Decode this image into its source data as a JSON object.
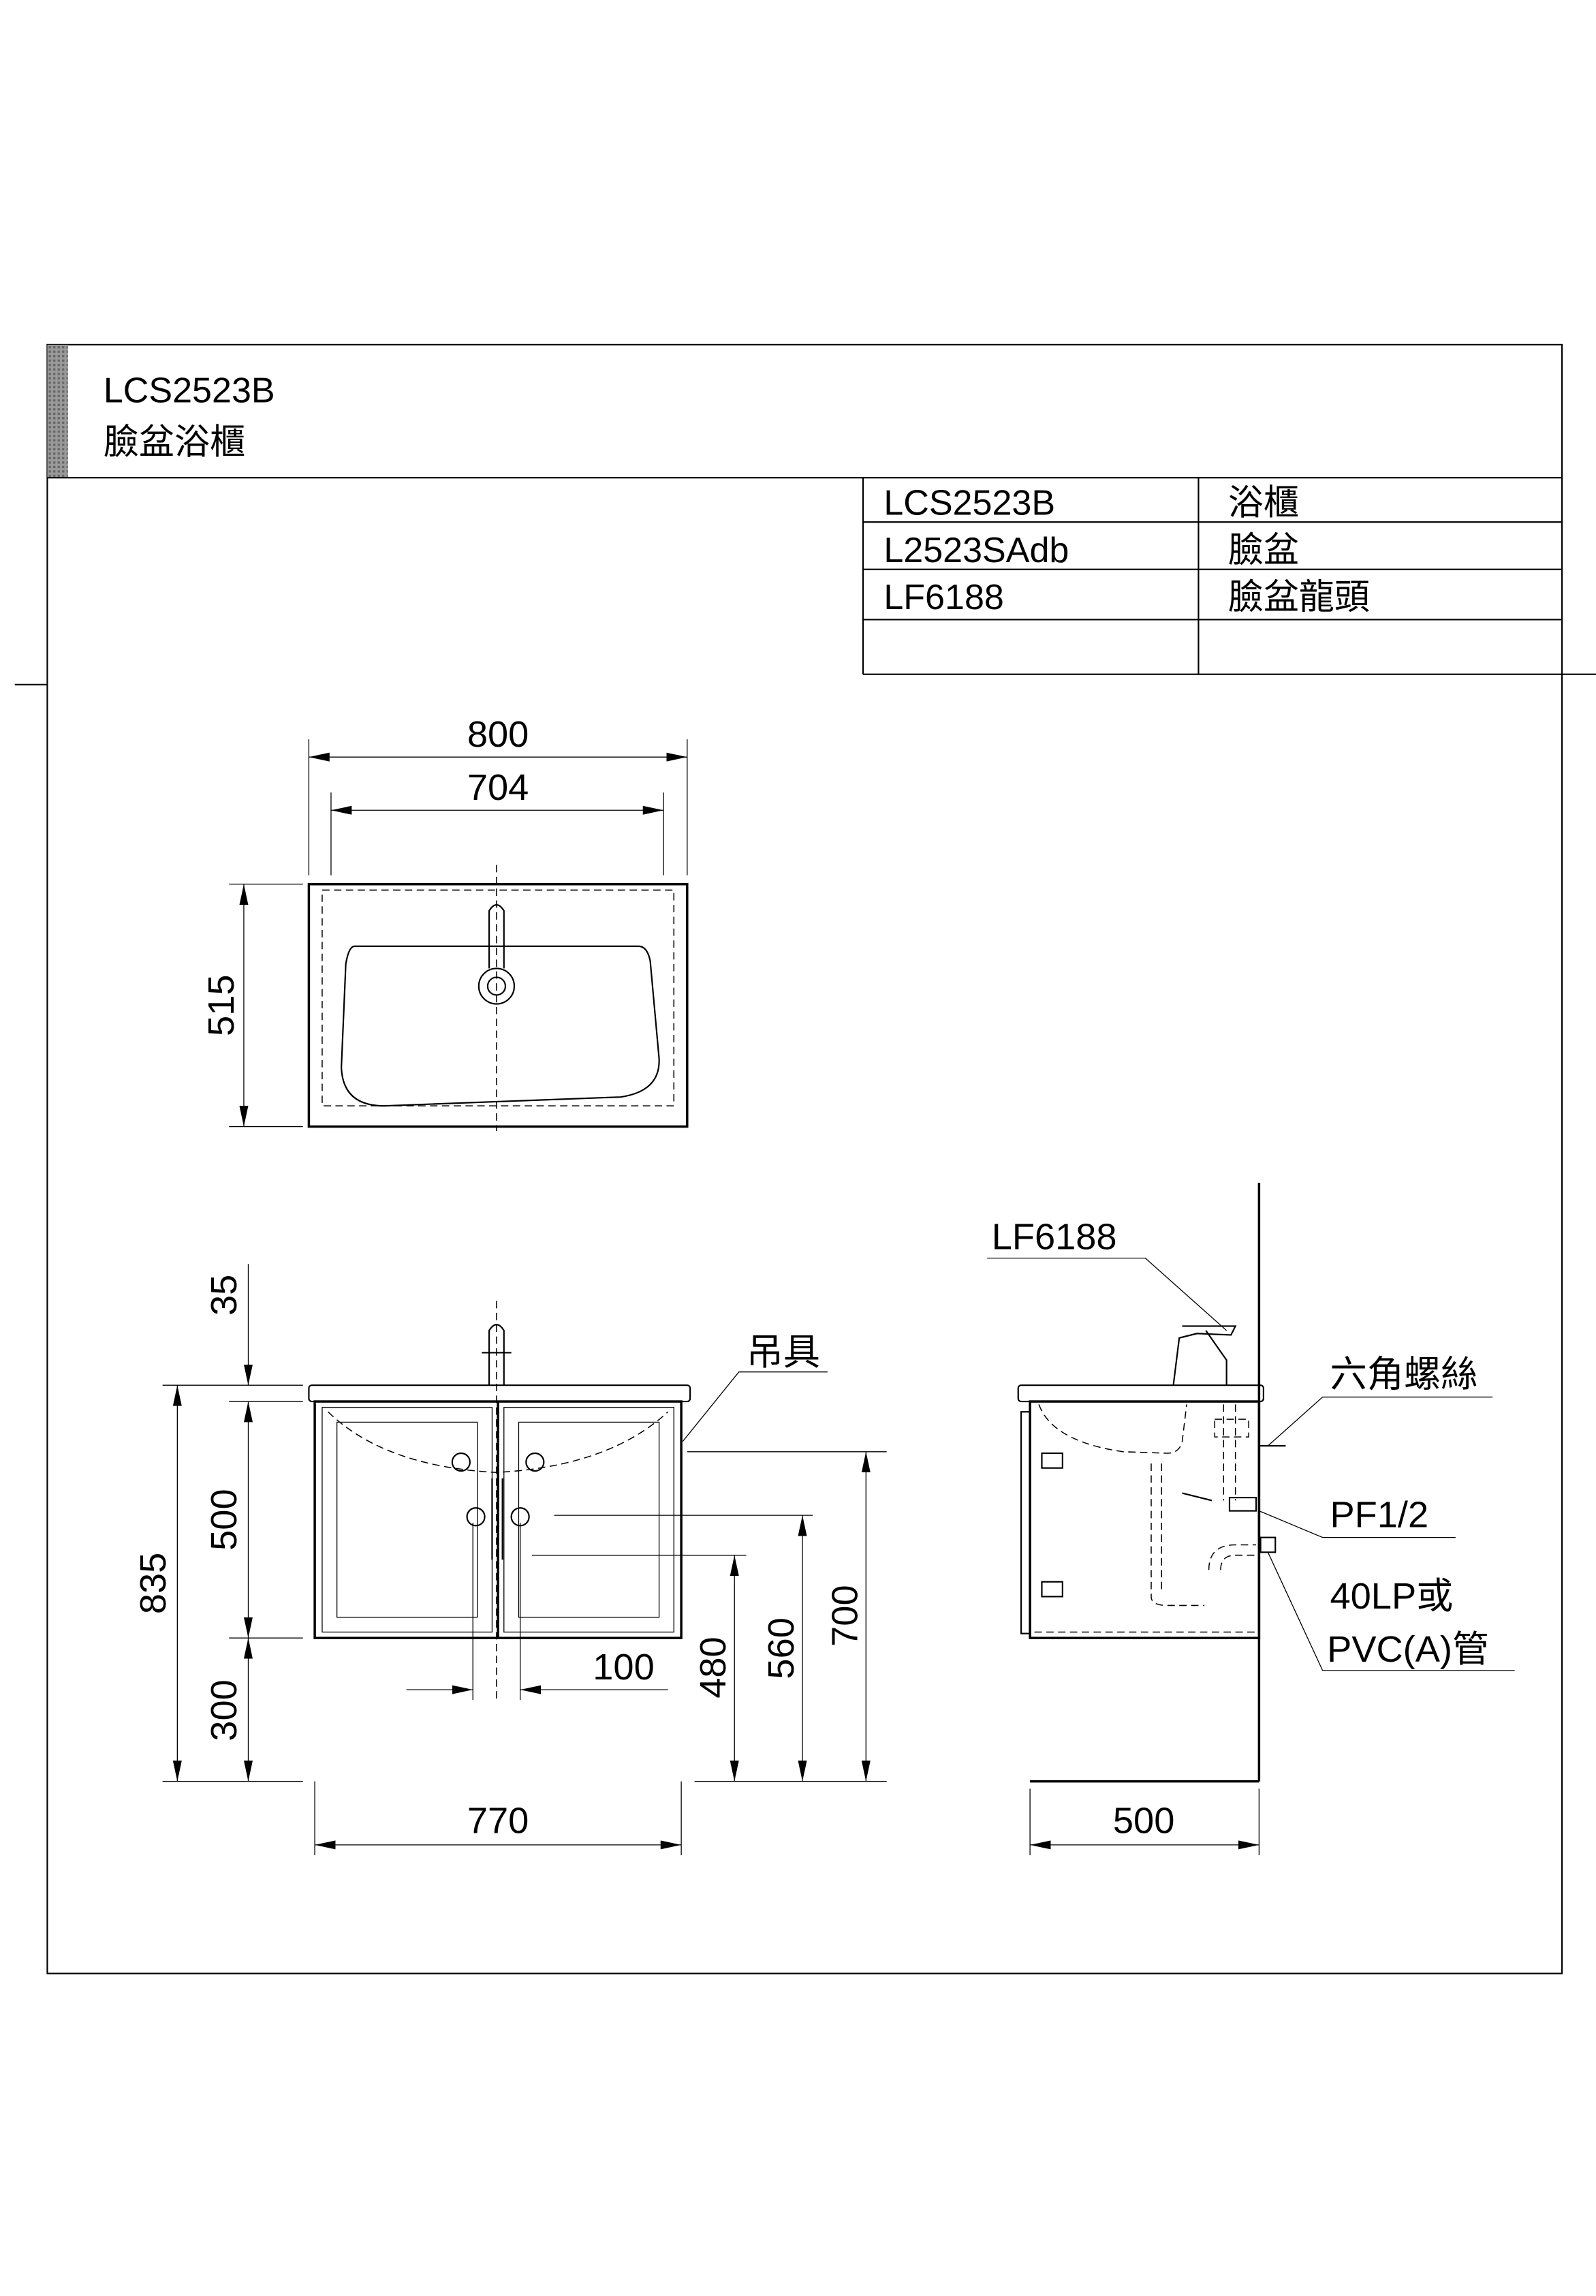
{
  "title_block": {
    "model": "LCS2523B",
    "name": "臉盆浴櫃"
  },
  "parts_table": [
    {
      "code": "LCS2523B",
      "desc": "浴櫃"
    },
    {
      "code": "L2523SAdb",
      "desc": "臉盆"
    },
    {
      "code": "LF6188",
      "desc": "臉盆龍頭"
    },
    {
      "code": "",
      "desc": ""
    }
  ],
  "top_view": {
    "overall_width": "800",
    "basin_width": "704",
    "depth": "515"
  },
  "front_view": {
    "height_total": "835",
    "top_thickness": "35",
    "cabinet_height": "500",
    "floor_gap": "300",
    "width": "770",
    "center_offset": "100",
    "dim_480": "480",
    "dim_560": "560",
    "dim_700": "700",
    "hanger_label": "吊具"
  },
  "side_view": {
    "depth": "500",
    "faucet_label": "LF6188",
    "screw_label": "六角螺絲",
    "supply_label": "PF1/2",
    "drain_label_1": "40LP或",
    "drain_label_2": "PVC(A)管"
  }
}
